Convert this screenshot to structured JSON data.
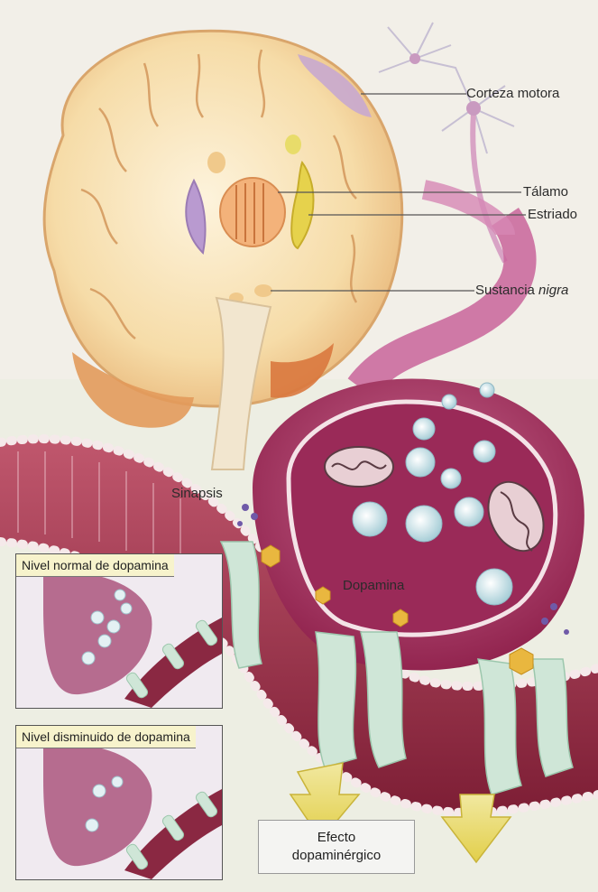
{
  "labels": {
    "corteza_motora": "Corteza motora",
    "talamo": "Tálamo",
    "estriado": "Estriado",
    "sustancia": "Sustancia",
    "nigra": "nigra",
    "sinapsis": "Sinapsis",
    "dopamina": "Dopamina"
  },
  "insets": {
    "normal": "Nivel normal de dopamina",
    "disminuido": "Nivel disminuido de dopamina"
  },
  "effect": {
    "line1": "Efecto",
    "line2": "dopaminérgico"
  }
}
